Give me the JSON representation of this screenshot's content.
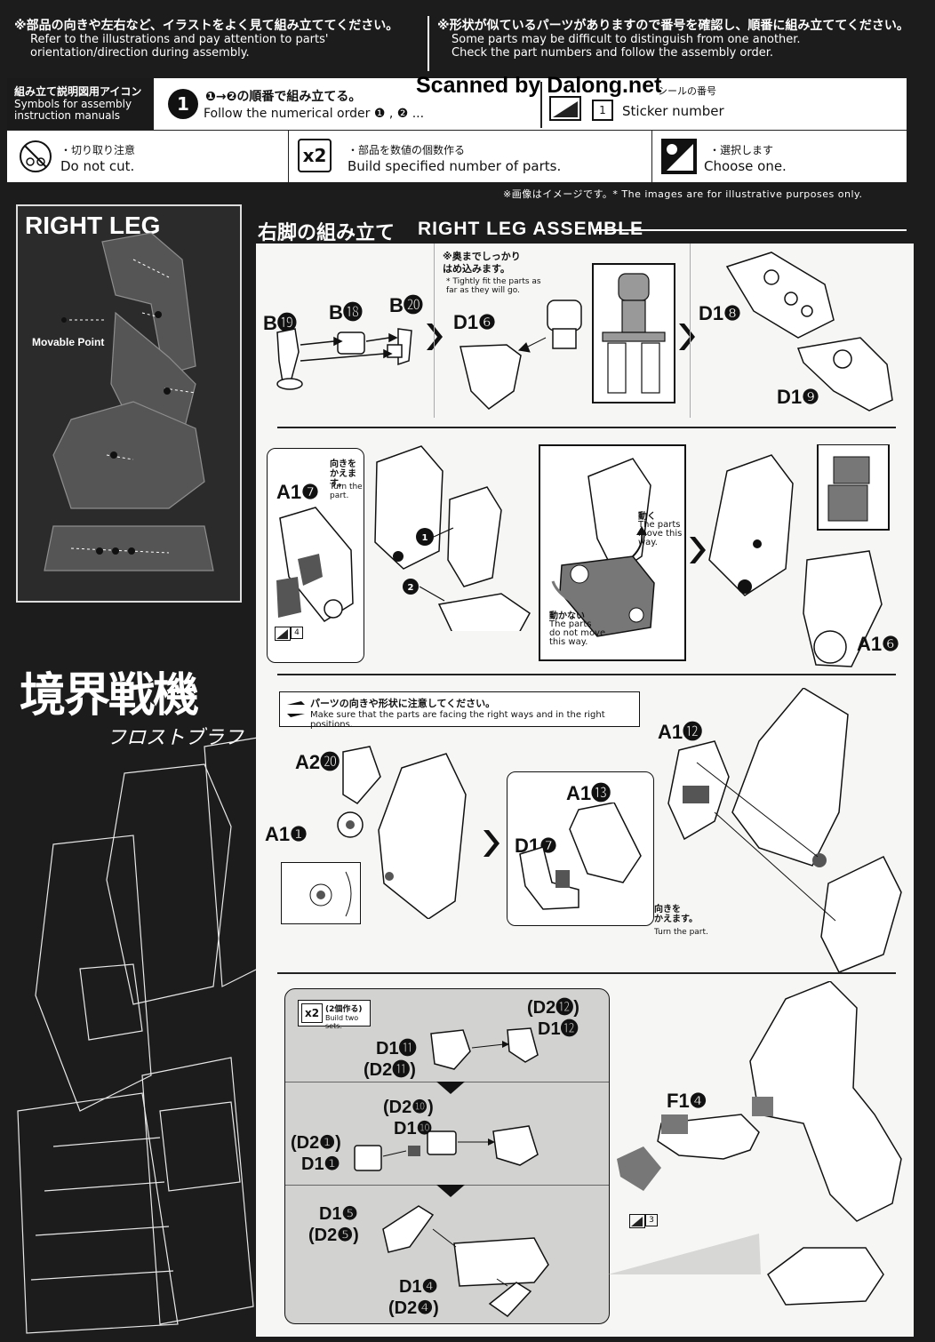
{
  "top_notes": {
    "left": {
      "jp": "※部品の向きや左右など、イラストをよく見て組み立ててください。",
      "en": [
        "Refer to the illustrations and pay attention to parts'",
        "orientation/direction during assembly."
      ]
    },
    "right": {
      "jp": "※形状が似ているパーツがありますので番号を確認し、順番に組み立ててください。",
      "en": [
        "Some parts may be difficult to distinguish from one another.",
        "Check the part numbers and follow the assembly order."
      ]
    }
  },
  "icon_table": {
    "header_jp": "組み立て説明図用アイコン",
    "header_en": [
      "Symbols for assembly",
      "instruction manuals"
    ],
    "order": {
      "num": "1",
      "jp": "❶→❷の順番で組み立てる。",
      "en": "Follow the numerical order ❶ , ❷ ..."
    },
    "sticker": {
      "jp": "シールの番号",
      "num": "1",
      "en": "Sticker number"
    },
    "watermark": "Scanned by Dalong.net",
    "do_not_cut": {
      "jp": "・切り取り注意",
      "en": "Do not cut."
    },
    "multiply": {
      "badge": "x2",
      "jp": "・部品を数値の個数作る",
      "en": "Build specified number of parts."
    },
    "choose": {
      "jp": "・選択します",
      "en": "Choose one."
    }
  },
  "image_note": "※画像はイメージです。* The images are for illustrative purposes only.",
  "left_column": {
    "right_leg_title": "RIGHT LEG",
    "movable_point": "Movable Point",
    "logo_main": "境界戦機",
    "logo_sub": "フロストブラフ"
  },
  "section": {
    "title_jp": "右脚の組み立て",
    "title_en": "RIGHT LEG ASSEMBLE"
  },
  "panel1": {
    "parts": [
      "B⓳",
      "B⓲",
      "B⓴",
      "D1❻",
      "D1❽",
      "D1❾"
    ],
    "note_jp": [
      "※奥までしっかり",
      "はめ込みます。"
    ],
    "note_en": [
      "* Tightly fit the parts as",
      "far as they will go."
    ]
  },
  "panel2": {
    "part_a17": "A1❼",
    "turn_jp": [
      "向きを",
      "かえます。"
    ],
    "turn_en": "Turn the part.",
    "sticker": "4",
    "step1": "1",
    "step2": "2",
    "move_jp": "動く",
    "move_en": [
      "The parts",
      "move this",
      "way."
    ],
    "nomove_jp": "動かない",
    "nomove_en": [
      "The parts",
      "do not move",
      "this way."
    ],
    "part_a16": "A1❻"
  },
  "panel3": {
    "note_jp": "パーツの向きや形状に注意してください。",
    "note_en": "Make sure that the parts are facing the right ways and in the right positions.",
    "part_a220": "A2⓴",
    "part_a11": "A1❶",
    "part_a113": "A1⓭",
    "part_d17": "D1❼",
    "part_a112": "A1⓬",
    "turn_jp": [
      "向きを",
      "かえます。"
    ],
    "turn_en": "Turn the part."
  },
  "panel4": {
    "badge": "x2",
    "badge_jp": "(2個作る)",
    "badge_en": "Build two sets.",
    "parts_row1": [
      "(D2⓬)",
      "D1⓬",
      "D1⓫",
      "(D2⓫)"
    ],
    "parts_row2": [
      "(D2❿)",
      "D1❿",
      "(D2❶)",
      "D1❶"
    ],
    "parts_row3": [
      "D1❺",
      "(D2❺)",
      "D1❹",
      "(D2❹)"
    ],
    "part_f14": "F1❹",
    "sticker": "3"
  }
}
